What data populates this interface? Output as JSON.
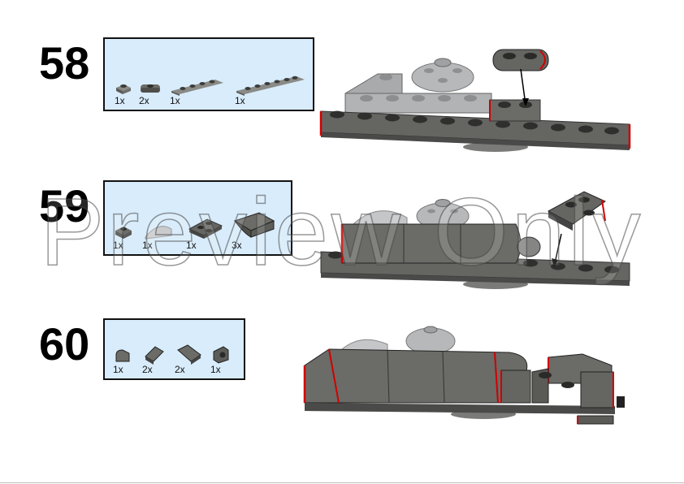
{
  "steps": [
    {
      "number": "58",
      "parts": [
        {
          "qty": "1x",
          "icon": "plate-1x1-icon"
        },
        {
          "qty": "2x",
          "icon": "plate-1x2-rounded-icon"
        },
        {
          "qty": "1x",
          "icon": "plate-1x4-icon"
        },
        {
          "qty": "1x",
          "icon": "plate-1x6-icon"
        }
      ]
    },
    {
      "number": "59",
      "parts": [
        {
          "qty": "1x",
          "icon": "plate-1x1-clip-icon"
        },
        {
          "qty": "1x",
          "icon": "tile-curved-light-icon"
        },
        {
          "qty": "1x",
          "icon": "wedge-plate-2x2-icon"
        },
        {
          "qty": "3x",
          "icon": "slope-curved-2x2-icon"
        }
      ]
    },
    {
      "number": "60",
      "parts": [
        {
          "qty": "1x",
          "icon": "tile-round-corner-icon"
        },
        {
          "qty": "2x",
          "icon": "slope-1x1-icon"
        },
        {
          "qty": "2x",
          "icon": "slope-1x2-icon"
        },
        {
          "qty": "1x",
          "icon": "bracket-1x1-icon"
        }
      ]
    }
  ],
  "watermark": "Preview Only",
  "colors": {
    "parts_box_bg": "#d8ecfb",
    "brick_dark": "#6b6b67",
    "brick_light": "#a8aaac",
    "highlight": "#d00000"
  }
}
